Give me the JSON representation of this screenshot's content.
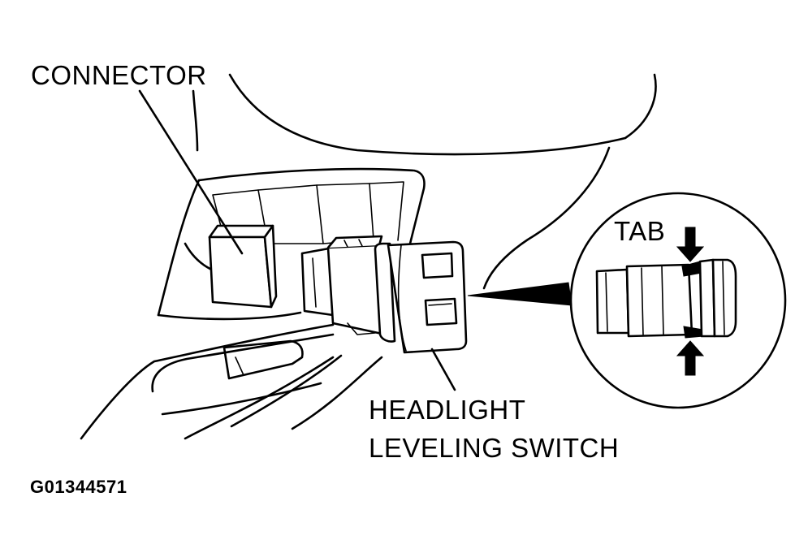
{
  "labels": {
    "connector": "CONNECTOR",
    "tab": "TAB",
    "switch_line1": "HEADLIGHT",
    "switch_line2": "LEVELING SWITCH",
    "figure_id": "G01344571"
  }
}
